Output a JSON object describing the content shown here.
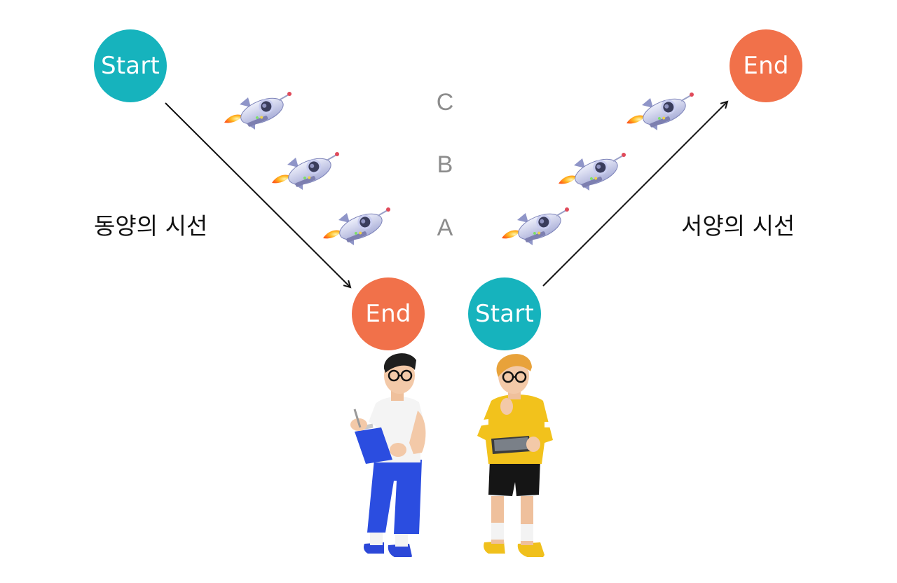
{
  "left": {
    "start_label": "Start",
    "end_label": "End",
    "heading": "동양의 시선"
  },
  "right": {
    "start_label": "Start",
    "end_label": "End",
    "heading": "서양의 시선"
  },
  "levels": [
    "C",
    "B",
    "A"
  ],
  "colors": {
    "start": "#16b3bd",
    "end": "#f1714a",
    "arrow": "#111111",
    "level_text": "#8c8c8c"
  },
  "icons": {
    "rocket": "rocket-icon",
    "person_left": "person-with-clipboard",
    "person_right": "person-with-tablet"
  }
}
